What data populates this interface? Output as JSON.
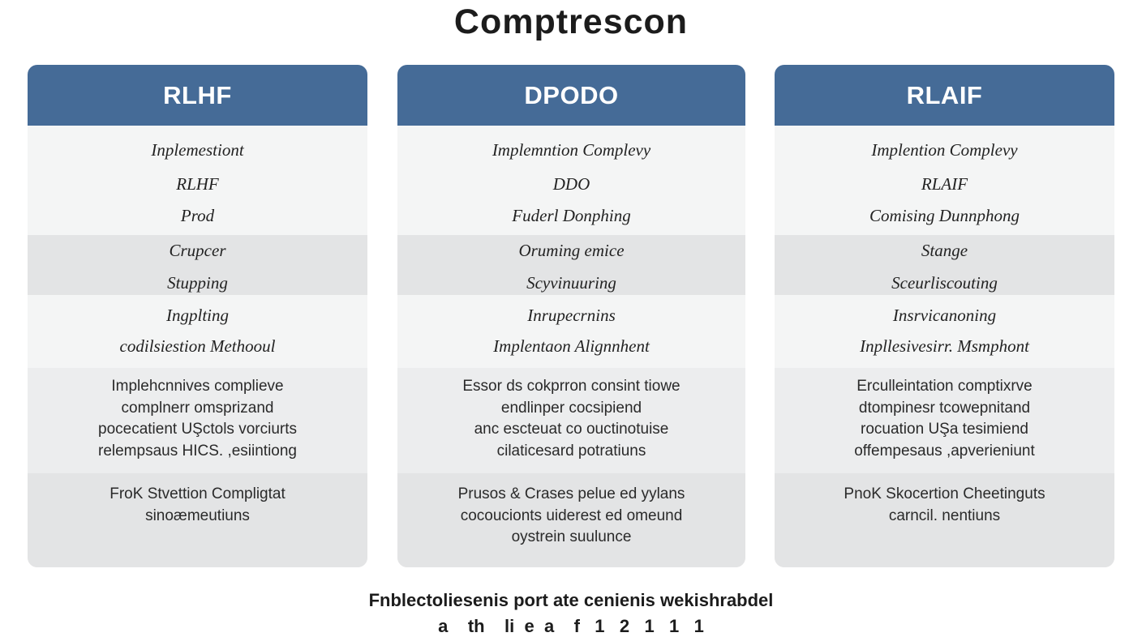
{
  "title": "Comptrescon",
  "columns": [
    {
      "header": "RLHF",
      "band1": [
        "Inplemestiont",
        "RLHF",
        "Prod"
      ],
      "band2": [
        "Crupcer",
        "Stupping"
      ],
      "band3": [
        "Ingplting",
        "codilsiestion Methooul"
      ],
      "band4": [
        "Implehcnnives complieve",
        "complnerr omsprizand",
        "pocecatient UŞctols vorciurts",
        "relempsaus HICS. ,esiintiong"
      ],
      "band5": [
        "FroK Stvettion Compligtat",
        "sinoæmeutiuns"
      ]
    },
    {
      "header": "DPODO",
      "band1": [
        "Implemntion Complevy",
        "DDO",
        "Fuderl Donphing"
      ],
      "band2": [
        "Oruming emice",
        "Scyvinuuring"
      ],
      "band3": [
        "Inrupecrnins",
        "Implentaon Alignnhent"
      ],
      "band4": [
        "Essor ds cokprron consint tiowe",
        "endlinper cocsipiend",
        "anc escteuat co ouctinotuise",
        "cilaticesard potratiuns"
      ],
      "band5": [
        "Prusos & Crases pelue ed yylans",
        "cocoucionts uiderest ed omeund",
        "oystrein suulunce"
      ]
    },
    {
      "header": "RLAIF",
      "band1": [
        "Implention Complevy",
        "RLAIF",
        "Comising Dunnphong"
      ],
      "band2": [
        "Stange",
        "Sceurliscouting"
      ],
      "band3": [
        "Insrvicanoning",
        "Inpllesivesirr. Msmphont"
      ],
      "band4": [
        "Erculleintation comptixrve",
        "dtompinesr tcowepnitand",
        "rocuation UŞa tesimiend",
        "offempesaus ,apverieniunt"
      ],
      "band5": [
        "PnoK Skocertion Cheetinguts",
        "carncil. nentiuns"
      ]
    }
  ],
  "footer": {
    "line1": "Fnblectoliesenis port ate cenienis wekishrabdel",
    "line2": "a    th    li  e  a    f   1   2   1   1   1"
  }
}
